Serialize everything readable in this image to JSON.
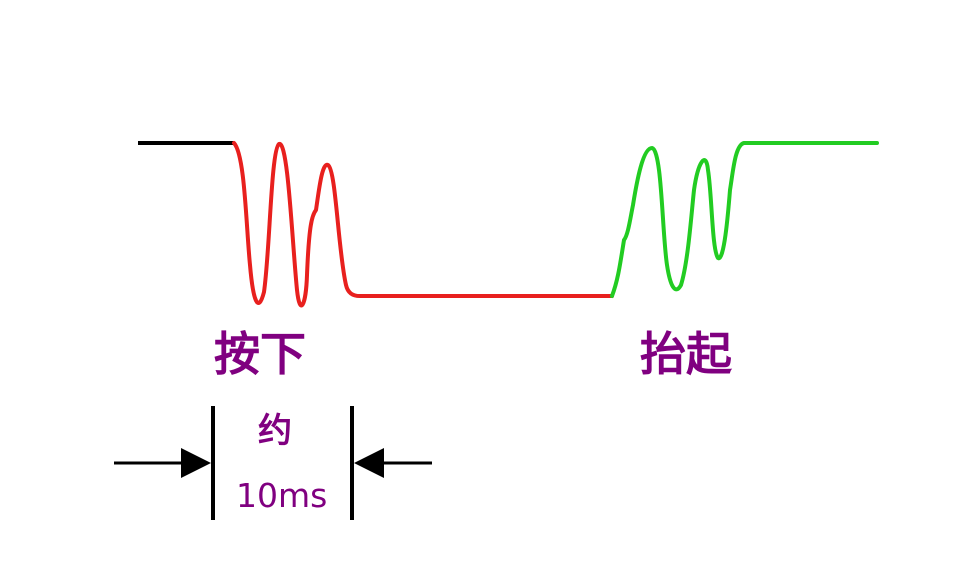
{
  "labels": {
    "press": "按下",
    "release": "抬起",
    "approx": "约",
    "duration": "10ms"
  },
  "colors": {
    "background": "#ffffff",
    "idle_line": "#000000",
    "press_bounce": "#e8201e",
    "release_bounce": "#22cc22",
    "label_text": "#800080",
    "arrows": "#000000"
  }
}
